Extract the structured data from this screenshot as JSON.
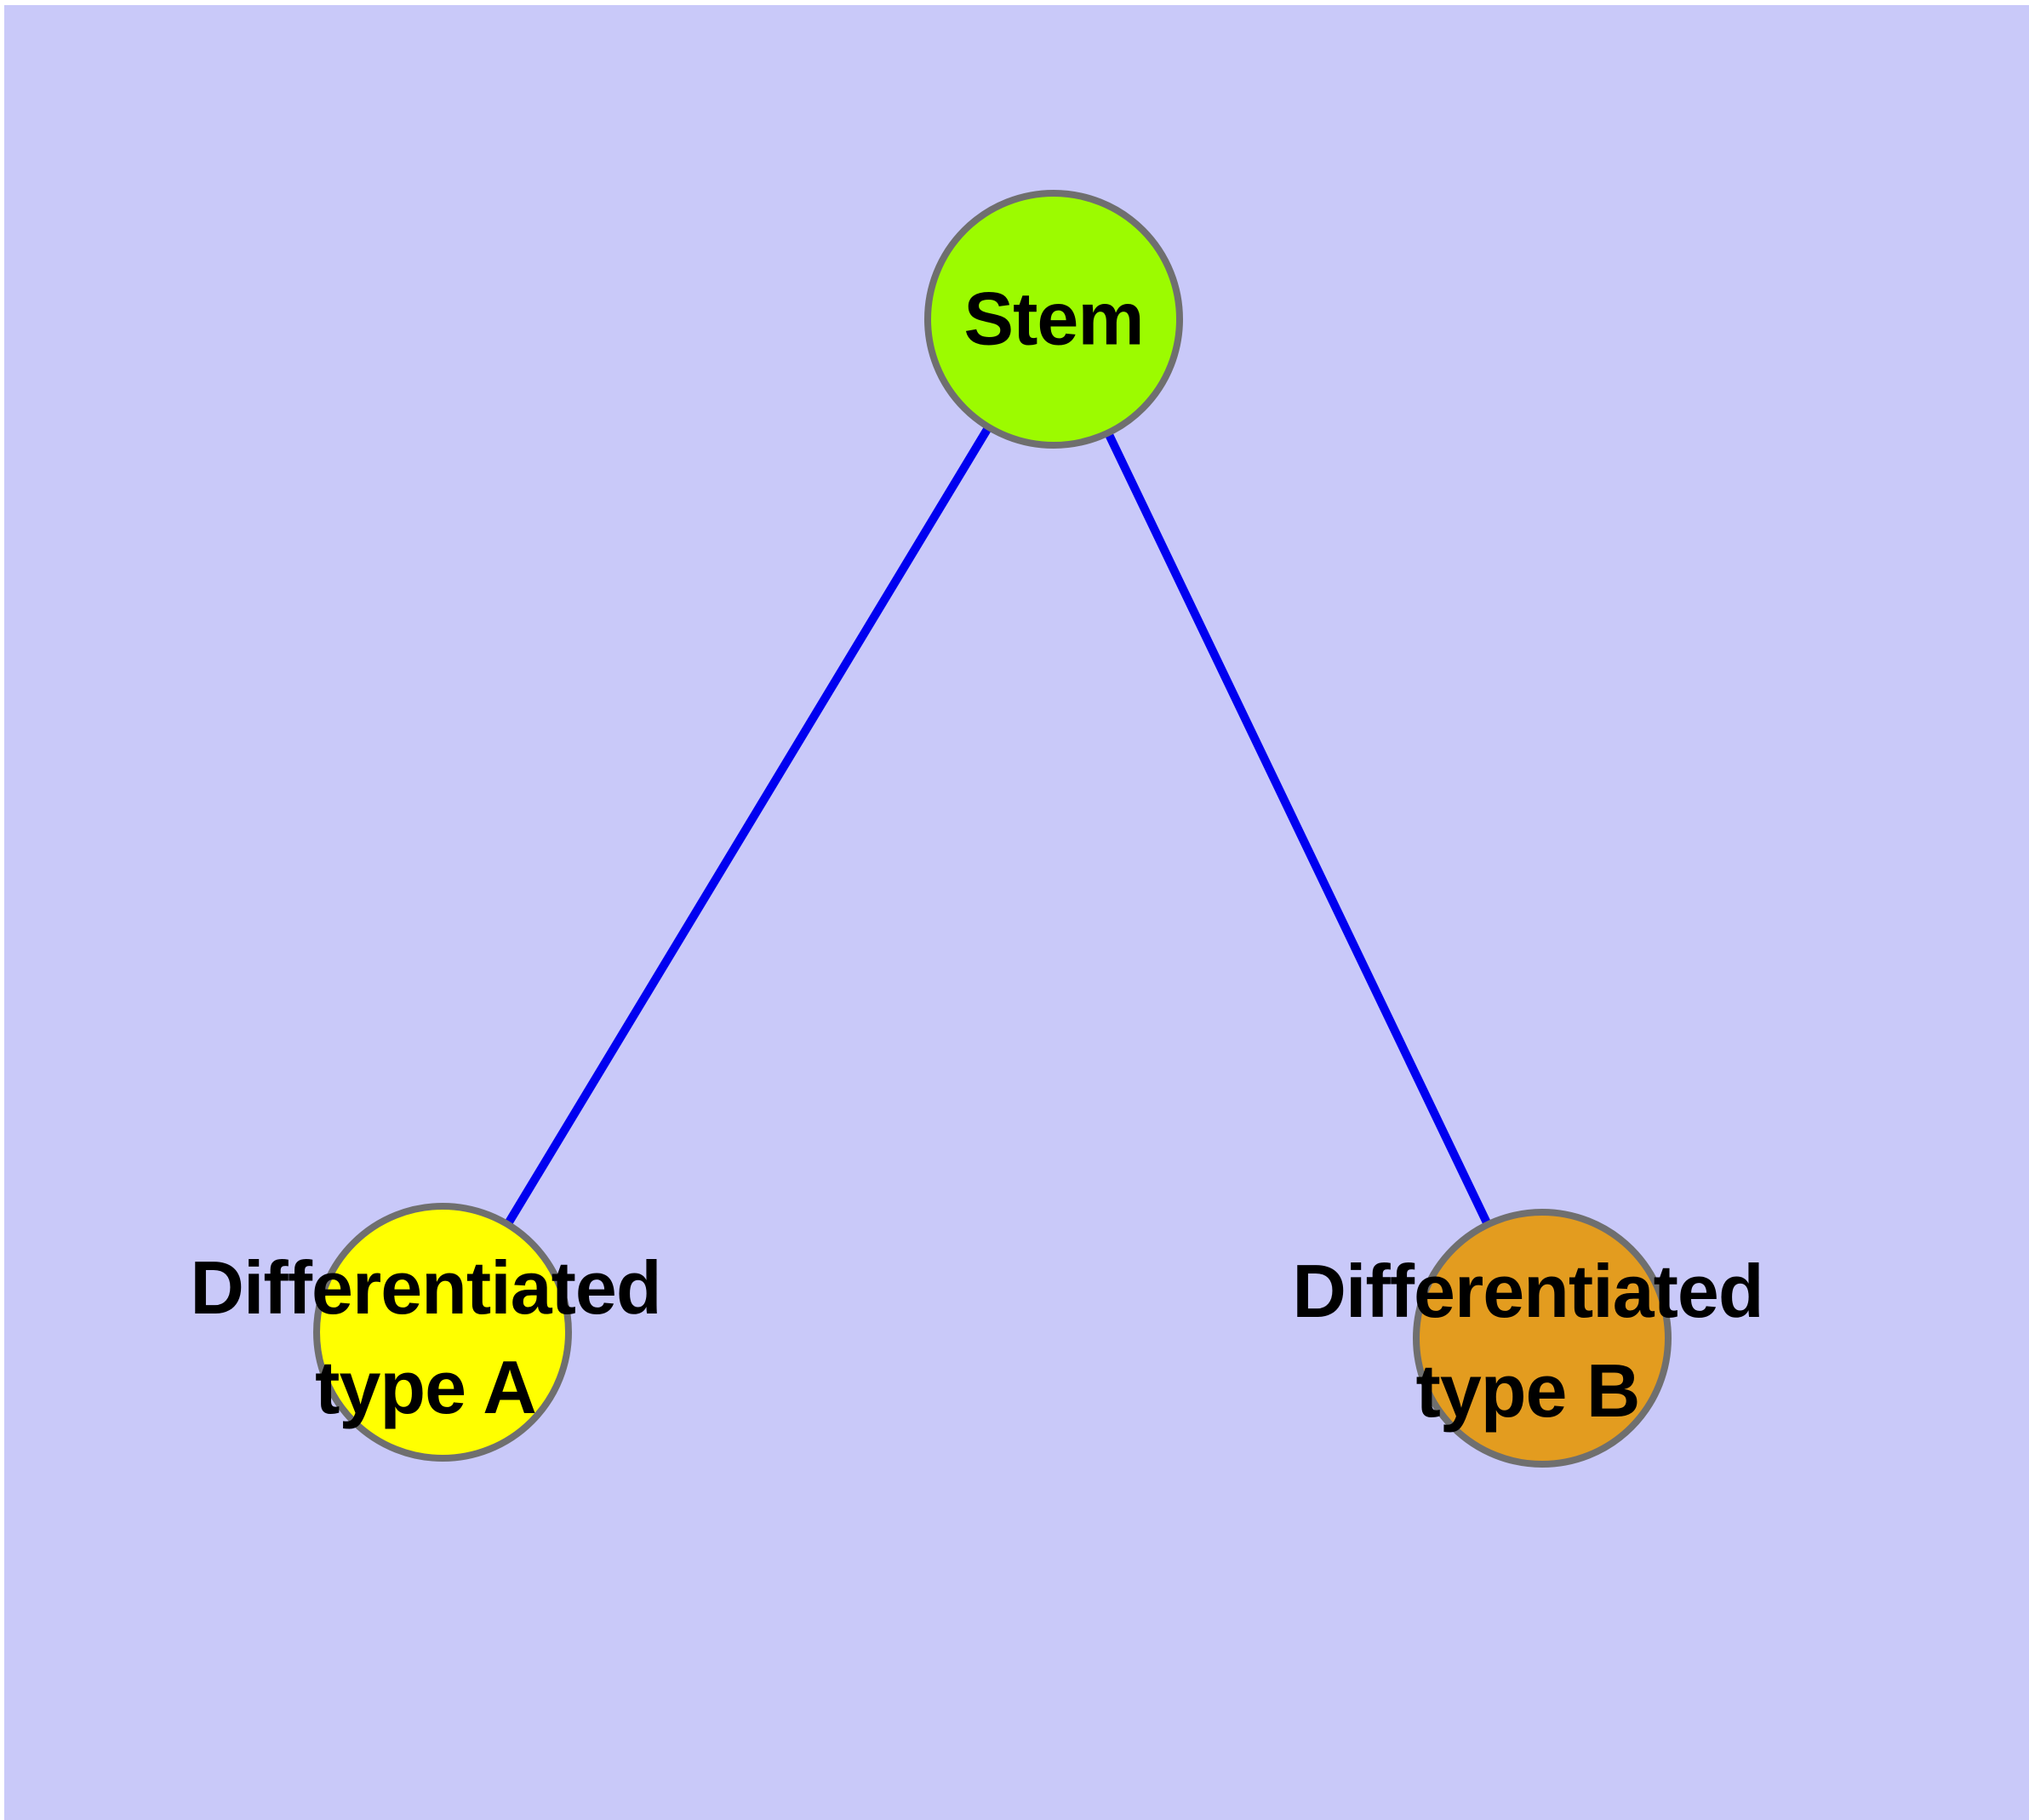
{
  "diagram": {
    "type": "graph",
    "description": "Cell differentiation tree: one stem node with two differentiated child nodes",
    "background_color": "#C9C9F9",
    "margin_color": "#FFFFFF",
    "node_border_color": "#6F6F6F",
    "edge_color": "#0000F0",
    "label_color": "#000000",
    "nodes": [
      {
        "id": "stem",
        "label": "Stem",
        "fill": "#9CFB00"
      },
      {
        "id": "differentiated-type-a",
        "label": "Differentiated\ntype A",
        "fill": "#FFFF00"
      },
      {
        "id": "differentiated-type-b",
        "label": "Differentiated\ntype B",
        "fill": "#E39C1F"
      }
    ],
    "edges": [
      {
        "from": "stem",
        "to": "differentiated-type-a"
      },
      {
        "from": "stem",
        "to": "differentiated-type-b"
      }
    ]
  }
}
